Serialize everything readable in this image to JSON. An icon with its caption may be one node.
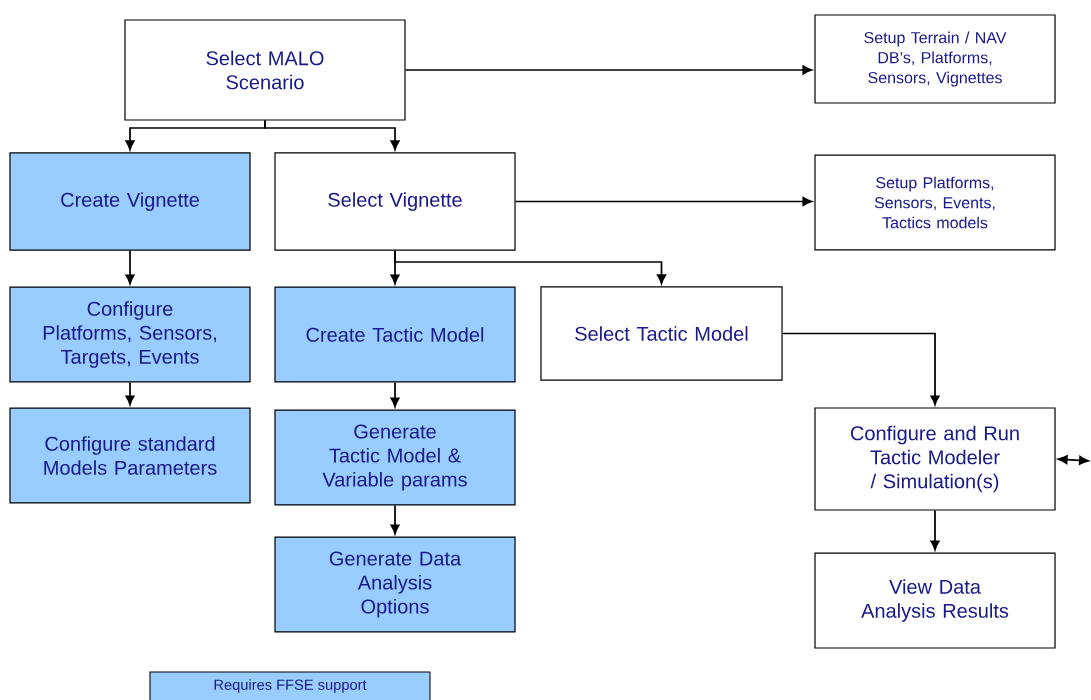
{
  "diagram": {
    "nodes": [
      {
        "text": [
          "Select MALO Scenario"
        ]
      },
      {
        "text": [
          "Setup Terrain / NAV DB’s, Platforms, Sensors, Vignettes"
        ]
      },
      {
        "text": [
          "Create Vignette"
        ]
      },
      {
        "text": [
          "Select Vignette"
        ]
      },
      {
        "text": [
          "Setup Platforms, Sensors, Events, Tactics models"
        ]
      },
      {
        "text": [
          "Configure Platforms, Sensors, Targets, Events"
        ]
      },
      {
        "text": [
          "Create Tactic Model"
        ]
      },
      {
        "text": [
          "Select Tactic Model"
        ]
      },
      {
        "text": [
          "Configure standard Models Parameters"
        ]
      },
      {
        "text": [
          "Generate Tactic Model & Variable params"
        ]
      },
      {
        "text": [
          "Configure and Run Tactic Modeler / Simulation(s)"
        ]
      },
      {
        "text": [
          "Generate Data Analysis Options"
        ]
      },
      {
        "text": [
          "View Data Analysis Results"
        ]
      }
    ],
    "edges": [
      {
        "from": 0,
        "to": 1,
        "arrow": "to"
      },
      {
        "from": 0,
        "to": 2,
        "arrow": "to"
      },
      {
        "from": 0,
        "to": 3,
        "arrow": "to"
      },
      {
        "from": 3,
        "to": 4,
        "arrow": "to"
      },
      {
        "from": 2,
        "to": 5,
        "arrow": "to"
      },
      {
        "from": 5,
        "to": 8,
        "arrow": "to"
      },
      {
        "from": 3,
        "to": 6,
        "arrow": "to"
      },
      {
        "from": 3,
        "to": 7,
        "arrow": "to"
      },
      {
        "from": 6,
        "to": 9,
        "arrow": "to"
      },
      {
        "from": 9,
        "to": 11,
        "arrow": "to"
      },
      {
        "from": 7,
        "to": 10,
        "arrow": "to"
      },
      {
        "from": 10,
        "to": 12,
        "arrow": "to"
      },
      {
        "from": 10,
        "to": null,
        "arrow": "both"
      }
    ],
    "legend": [
      {
        "text": "Requires FFSE support",
        "color": "#99ccff"
      }
    ]
  }
}
